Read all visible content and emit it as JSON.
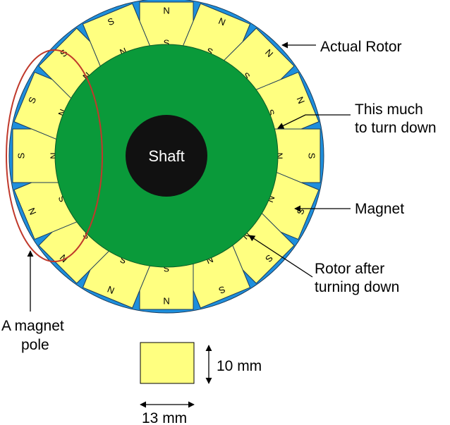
{
  "labels": {
    "actual_rotor": "Actual Rotor",
    "turn_down_1": "This much",
    "turn_down_2": "to turn down",
    "magnet": "Magnet",
    "rotor_after_1": "Rotor after",
    "rotor_after_2": "turning down",
    "magnet_pole_1": "A magnet",
    "magnet_pole_2": "pole",
    "shaft": "Shaft",
    "height_dim": "10 mm",
    "width_dim": "13 mm"
  },
  "magnets": [
    {
      "outer": "N",
      "inner": "S"
    },
    {
      "outer": "N",
      "inner": "S"
    },
    {
      "outer": "N",
      "inner": "S"
    },
    {
      "outer": "N",
      "inner": "S"
    },
    {
      "outer": "S",
      "inner": "N"
    },
    {
      "outer": "S",
      "inner": "N"
    },
    {
      "outer": "S",
      "inner": "N"
    },
    {
      "outer": "S",
      "inner": "N"
    },
    {
      "outer": "N",
      "inner": "S"
    },
    {
      "outer": "N",
      "inner": "S"
    },
    {
      "outer": "N",
      "inner": "S"
    },
    {
      "outer": "N",
      "inner": "S"
    },
    {
      "outer": "S",
      "inner": "N"
    },
    {
      "outer": "S",
      "inner": "N"
    },
    {
      "outer": "S",
      "inner": "N"
    },
    {
      "outer": "S",
      "inner": "N"
    }
  ],
  "colors": {
    "outer_rotor": "#1e8fdc",
    "inner_rotor": "#0a9a3a",
    "magnet": "#ffff80",
    "shaft": "#111111",
    "pole_outline": "#c0392b",
    "text": "#000000"
  }
}
